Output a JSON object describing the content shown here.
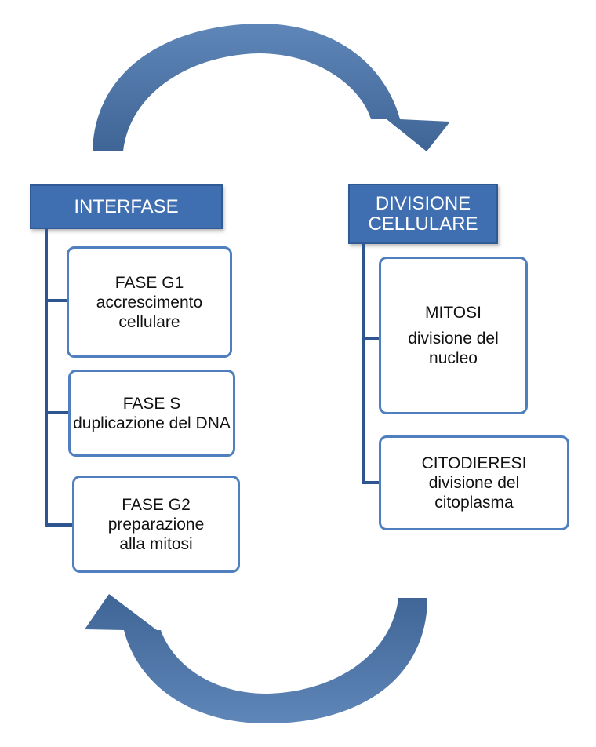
{
  "interfase": {
    "title": "INTERFASE",
    "phases": [
      {
        "name": "FASE G1",
        "desc": "accrescimento cellulare"
      },
      {
        "name": "FASE S",
        "desc": "duplicazione del DNA"
      },
      {
        "name": "FASE G2",
        "desc": "preparazione alla mitosi"
      }
    ]
  },
  "divisione": {
    "title": "DIVISIONE\nCELLULARE",
    "phases": [
      {
        "name": "MITOSI",
        "desc": "divisione del nucleo"
      },
      {
        "name": "CITODIERESI",
        "desc": "divisione del citoplasma"
      }
    ]
  },
  "colors": {
    "header_fill": "#3f6fb1",
    "box_border": "#4f7fbe",
    "connector": "#2f5590",
    "arrow": "#4a6f9e"
  }
}
